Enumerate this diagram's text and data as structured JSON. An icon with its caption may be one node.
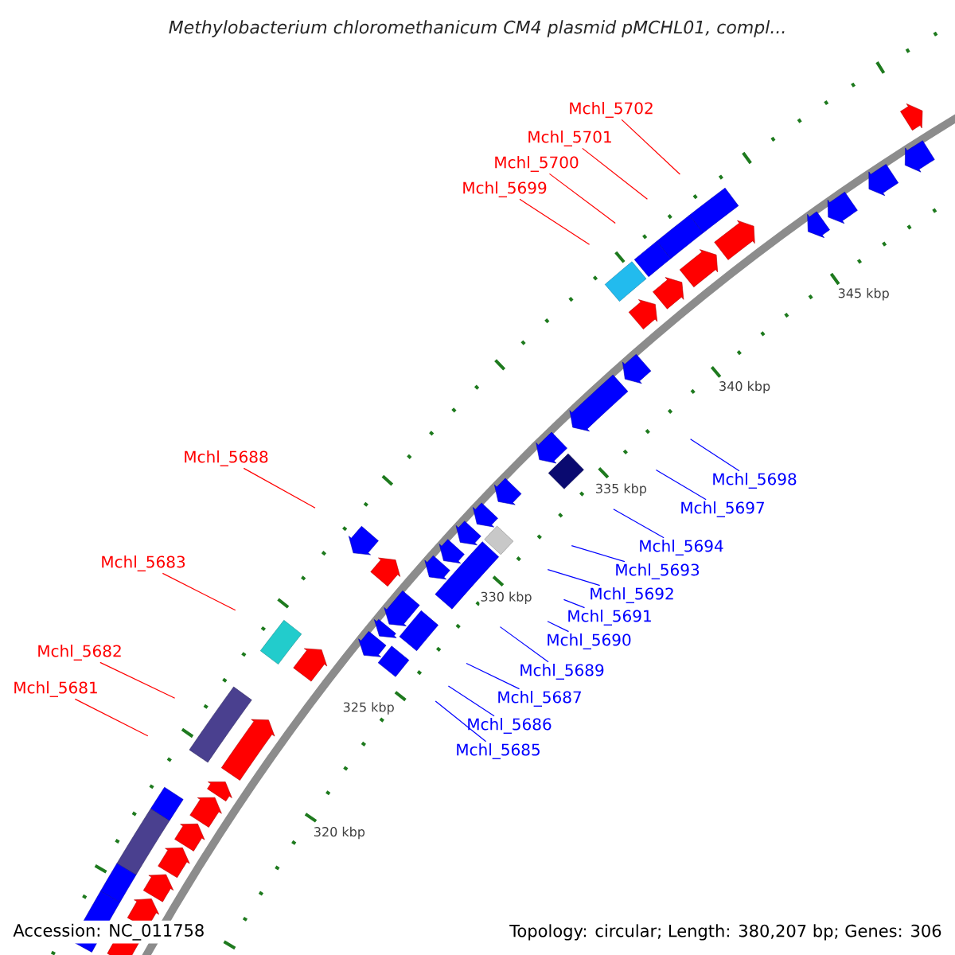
{
  "diagram": {
    "title": "*Methylobacterium chloromethanicum* CM4 plasmid pMCHL01, compl...",
    "nodes": [
      {
        "text": [
          "Mchl_5702"
        ]
      },
      {
        "text": [
          "Mchl_5701"
        ]
      },
      {
        "text": [
          "Mchl_5700"
        ]
      },
      {
        "text": [
          "Mchl_5699"
        ]
      },
      {
        "text": [
          "Mchl_5688"
        ]
      },
      {
        "text": [
          "Mchl_5698"
        ]
      },
      {
        "text": [
          "Mchl_5697"
        ]
      },
      {
        "text": [
          "Mchl_5694"
        ]
      },
      {
        "text": [
          "Mchl_5683"
        ]
      },
      {
        "text": [
          "Mchl_5693"
        ]
      },
      {
        "text": [
          "Mchl_5692"
        ]
      },
      {
        "text": [
          "Mchl_5691"
        ]
      },
      {
        "text": [
          "Mchl_5690"
        ]
      },
      {
        "text": [
          "Mchl_5682"
        ]
      },
      {
        "text": [
          "Mchl_5689"
        ]
      },
      {
        "text": [
          "Mchl_5681"
        ]
      },
      {
        "text": [
          "Mchl_5687"
        ]
      },
      {
        "text": [
          "Mchl_5686"
        ]
      },
      {
        "text": [
          "Mchl_5685"
        ]
      }
    ],
    "edges": [
      {
        "from": 0,
        "to": null,
        "arrow": "none",
        "color": "#ff0000"
      },
      {
        "from": 1,
        "to": null,
        "arrow": "none",
        "color": "#ff0000"
      },
      {
        "from": 2,
        "to": null,
        "arrow": "none",
        "color": "#ff0000"
      },
      {
        "from": 3,
        "to": null,
        "arrow": "none",
        "color": "#ff0000"
      },
      {
        "from": 4,
        "to": null,
        "arrow": "none",
        "color": "#ff0000"
      },
      {
        "from": 5,
        "to": null,
        "arrow": "none"
      },
      {
        "from": 6,
        "to": null,
        "arrow": "none"
      },
      {
        "from": 7,
        "to": null,
        "arrow": "none"
      },
      {
        "from": 8,
        "to": null,
        "arrow": "none",
        "color": "#ff0000"
      },
      {
        "from": 9,
        "to": null,
        "arrow": "none"
      },
      {
        "from": 10,
        "to": null,
        "arrow": "none"
      },
      {
        "from": 11,
        "to": null,
        "arrow": "none"
      },
      {
        "from": 12,
        "to": null,
        "arrow": "none"
      },
      {
        "from": 13,
        "to": null,
        "arrow": "none",
        "color": "#ff0000"
      },
      {
        "from": 14,
        "to": null,
        "arrow": "none"
      },
      {
        "from": 15,
        "to": null,
        "arrow": "none",
        "color": "#ff0000"
      },
      {
        "from": 16,
        "to": null,
        "arrow": "none"
      },
      {
        "from": 17,
        "to": null,
        "arrow": "none"
      },
      {
        "from": 18,
        "to": null,
        "arrow": "none"
      }
    ],
    "labels": [
      "345 kbp",
      "340 kbp",
      "335 kbp",
      "330 kbp",
      "325 kbp",
      "320 kbp",
      "Accession: NC_011758",
      "Topology: circular; Length: 380,207 bp; Genes: 306"
    ]
  }
}
